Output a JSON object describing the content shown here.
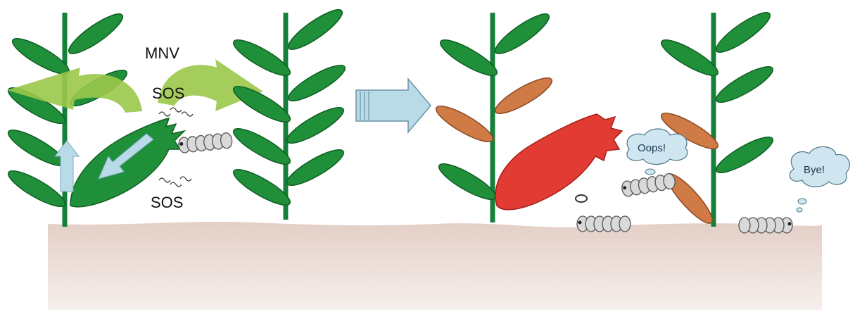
{
  "labels": {
    "mnv": "MNV",
    "sos_top": "SOS",
    "sos_bottom": "SOS"
  },
  "speech": {
    "oops": "Oops!",
    "bye": "Bye!"
  },
  "colors": {
    "leaf_green": "#1f8f3a",
    "leaf_outline": "#0f5f23",
    "stem_green": "#15803a",
    "signal_arrow_green": "#9bc84a",
    "damaged_leaf_red": "#e23b34",
    "primed_leaf_orange": "#d07a45",
    "transition_arrow_blue": "#b9dbe8",
    "caterpillar_gray": "#d9d9d9",
    "soil": "#e8d6cf"
  },
  "icons": [
    "plant",
    "leaf",
    "caterpillar",
    "signal-arrow",
    "transition-arrow",
    "thought-bubble"
  ]
}
